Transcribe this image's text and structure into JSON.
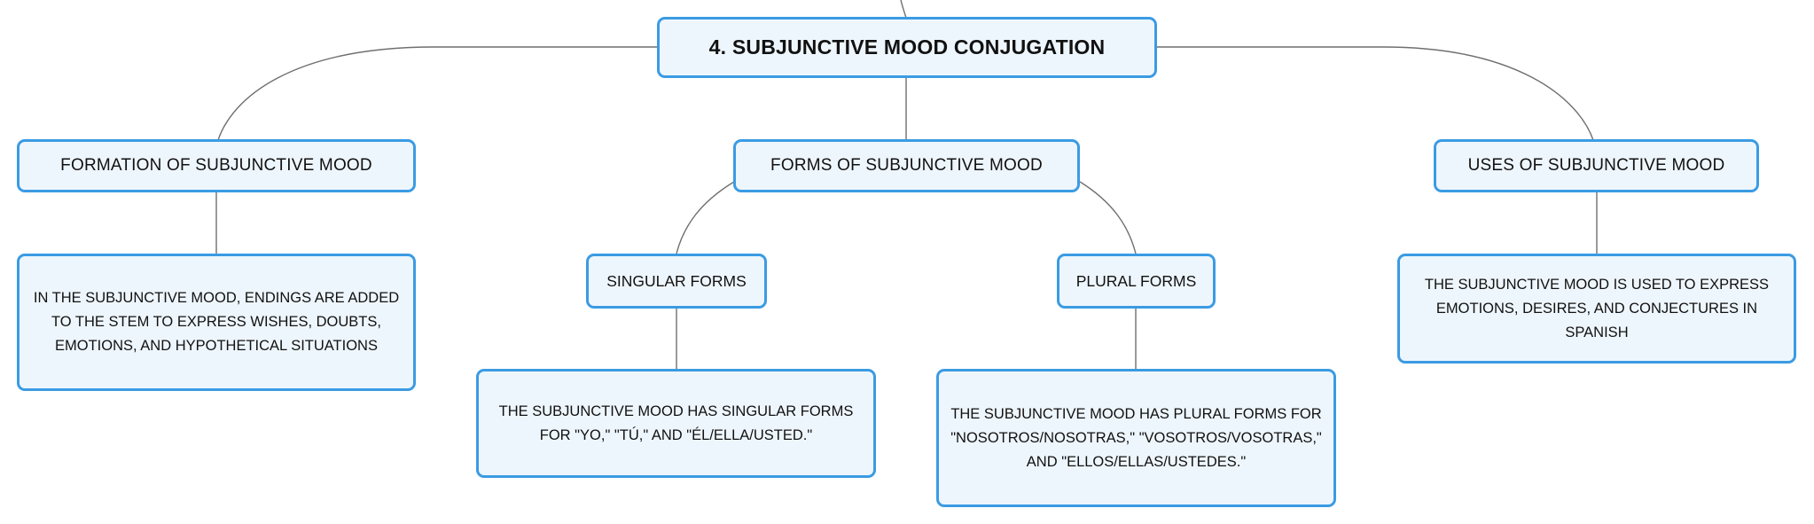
{
  "colors": {
    "node_border": "#3b9be3",
    "node_fill": "#eef6fd",
    "connector": "#6f6f6f",
    "text": "#111111"
  },
  "root": {
    "label": "4. SUBJUNCTIVE MOOD CONJUGATION"
  },
  "branches": {
    "formation": {
      "label": "FORMATION OF SUBJUNCTIVE MOOD",
      "detail": "IN THE SUBJUNCTIVE MOOD, ENDINGS ARE ADDED TO THE STEM TO EXPRESS WISHES, DOUBTS, EMOTIONS, AND HYPOTHETICAL SITUATIONS"
    },
    "forms": {
      "label": "FORMS OF SUBJUNCTIVE MOOD",
      "singular": {
        "label": "SINGULAR FORMS",
        "detail": "THE SUBJUNCTIVE MOOD HAS SINGULAR FORMS FOR \"YO,\" \"TÚ,\" AND \"ÉL/ELLA/USTED.\""
      },
      "plural": {
        "label": "PLURAL FORMS",
        "detail": "THE SUBJUNCTIVE MOOD HAS PLURAL FORMS FOR \"NOSOTROS/NOSOTRAS,\" \"VOSOTROS/VOSOTRAS,\" AND \"ELLOS/ELLAS/USTEDES.\""
      }
    },
    "uses": {
      "label": "USES OF SUBJUNCTIVE MOOD",
      "detail": "THE SUBJUNCTIVE MOOD IS USED TO EXPRESS EMOTIONS, DESIRES, AND CONJECTURES IN SPANISH"
    }
  }
}
